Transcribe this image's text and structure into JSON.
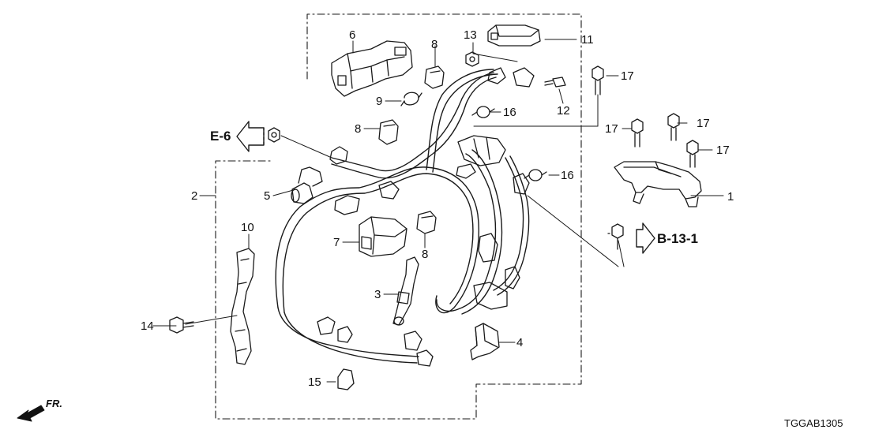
{
  "diagram": {
    "part_labels": [
      {
        "id": "1",
        "text": "1"
      },
      {
        "id": "2",
        "text": "2"
      },
      {
        "id": "3",
        "text": "3"
      },
      {
        "id": "4",
        "text": "4"
      },
      {
        "id": "5",
        "text": "5"
      },
      {
        "id": "6",
        "text": "6"
      },
      {
        "id": "7",
        "text": "7"
      },
      {
        "id": "8a",
        "text": "8"
      },
      {
        "id": "8b",
        "text": "8"
      },
      {
        "id": "8c",
        "text": "8"
      },
      {
        "id": "9",
        "text": "9"
      },
      {
        "id": "10",
        "text": "10"
      },
      {
        "id": "11",
        "text": "11"
      },
      {
        "id": "12",
        "text": "12"
      },
      {
        "id": "13",
        "text": "13"
      },
      {
        "id": "14",
        "text": "14"
      },
      {
        "id": "15",
        "text": "15"
      },
      {
        "id": "16a",
        "text": "16"
      },
      {
        "id": "16b",
        "text": "16"
      },
      {
        "id": "17a",
        "text": "17"
      },
      {
        "id": "17b",
        "text": "17"
      },
      {
        "id": "17c",
        "text": "17"
      },
      {
        "id": "17d",
        "text": "17"
      }
    ],
    "references": {
      "left": "E-6",
      "right": "B-13-1"
    },
    "front_indicator": "FR.",
    "drawing_code": "TGGAB1305"
  }
}
